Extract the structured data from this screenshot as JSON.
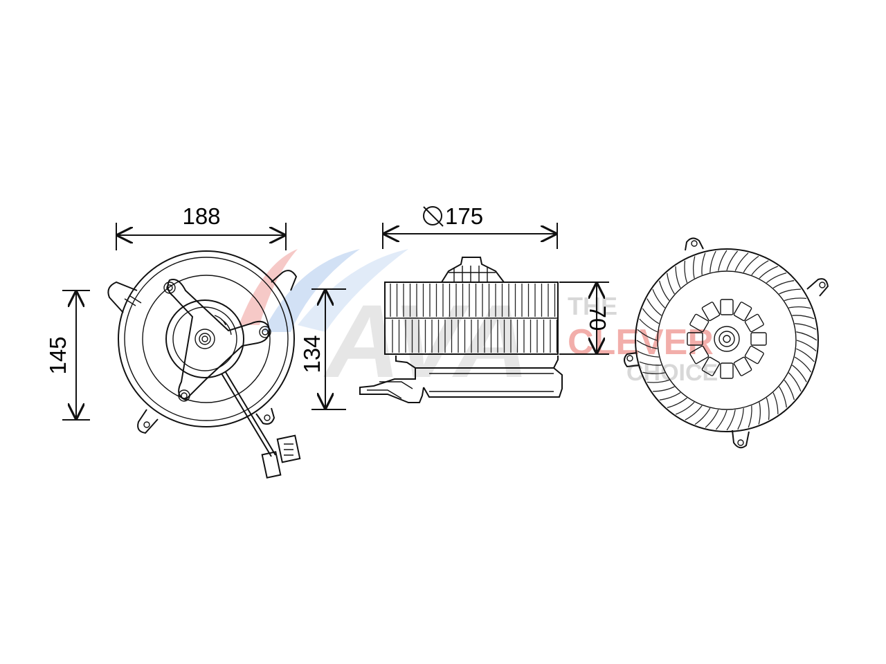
{
  "watermark": {
    "brand_letters": "AVA",
    "tagline_line1": "THE",
    "tagline_line2": "CLEVER",
    "tagline_line3": "CHOICE",
    "colors": {
      "blue": "#4a86d8",
      "red": "#e03a32",
      "grey": "#9a9a9a"
    }
  },
  "dimensions": {
    "front_width": "188",
    "front_height": "145",
    "side_diameter": "175",
    "side_height": "134",
    "wheel_height": "70"
  },
  "views": [
    "front-view",
    "side-view",
    "rear-view"
  ],
  "colors": {
    "line": "#111111",
    "background": "#ffffff"
  }
}
